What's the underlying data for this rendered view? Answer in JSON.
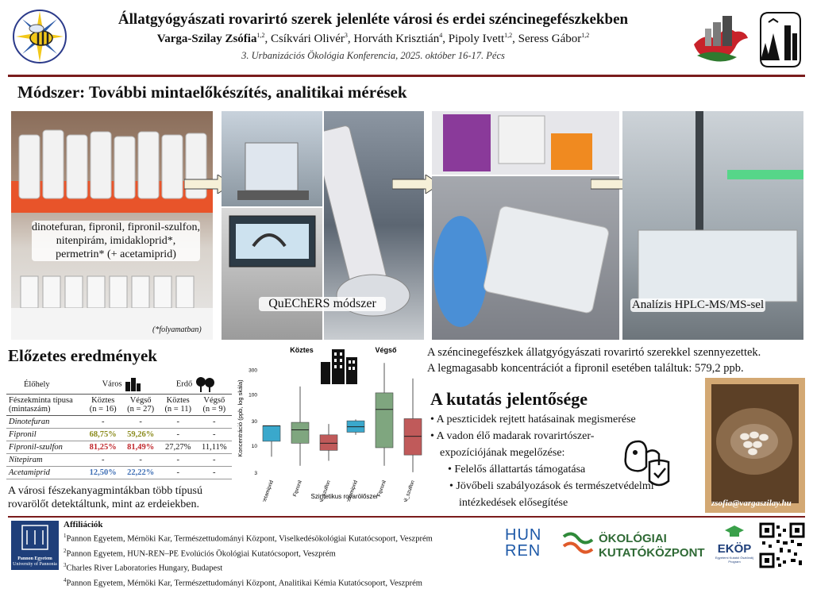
{
  "header": {
    "title": "Állatgyógyászati rovarirtó szerek jelenléte városi és erdei széncinegefészkekben",
    "authors": [
      {
        "name": "Varga-Szilay Zsófia",
        "sup": "1,2",
        "bold": true
      },
      {
        "name": "Csíkvári Olivér",
        "sup": "3"
      },
      {
        "name": "Horváth Krisztián",
        "sup": "4"
      },
      {
        "name": "Pipoly Ivett",
        "sup": "1,2"
      },
      {
        "name": "Seress Gábor",
        "sup": "1,2"
      }
    ],
    "conference": "3. Urbanizációs Ökológia Konferencia, 2025. október 16-17. Pécs"
  },
  "method": {
    "heading": "Módszer: További mintaelőkészítés, analitikai mérések",
    "compounds": "dinotefuran, fipronil, fipronil-szulfon, nitenpirám, imidakloprid*, permetrin* (+ acetamiprid)",
    "note": "(*folyamatban)",
    "quechers": "QuEChERS módszer",
    "hplc": "Analízis HPLC-MS/MS-sel"
  },
  "results": {
    "heading": "Előzetes eredmények",
    "habitat_label": "Élőhely",
    "city": "Város",
    "forest": "Erdő",
    "nest_type_label": "Fészekminta típusa (mintaszám)",
    "columns": [
      "Köztes (n = 16)",
      "Végső (n = 27)",
      "Köztes (n = 11)",
      "Végső (n = 9)"
    ],
    "rows": [
      {
        "name": "Dinotefuran",
        "cells": [
          "-",
          "-",
          "-",
          "-"
        ],
        "styles": [
          "",
          "",
          "",
          ""
        ]
      },
      {
        "name": "Fipronil",
        "cells": [
          "68,75%",
          "59,26%",
          "-",
          "-"
        ],
        "styles": [
          "green",
          "green",
          "",
          ""
        ]
      },
      {
        "name": "Fipronil-szulfon",
        "cells": [
          "81,25%",
          "81,49%",
          "27,27%",
          "11,11%"
        ],
        "styles": [
          "red",
          "red",
          "",
          ""
        ]
      },
      {
        "name": "Nitepiram",
        "cells": [
          "-",
          "-",
          "-",
          "-"
        ],
        "styles": [
          "",
          "",
          "",
          ""
        ]
      },
      {
        "name": "Acetamiprid",
        "cells": [
          "12,50%",
          "22,22%",
          "-",
          "-"
        ],
        "styles": [
          "blue",
          "blue",
          "",
          ""
        ]
      }
    ],
    "conclusion": "A városi fészekanyagmintákban több típusú rovarölőt detektáltunk, mint az erdeiekben."
  },
  "chart_data": {
    "type": "box",
    "panels": [
      "Köztes",
      "Végső"
    ],
    "categories": [
      "Acetamiprid",
      "Fipronil",
      "Fipronil_szulfon"
    ],
    "ylabel": "Koncentráció (ppb, log skála)",
    "xlabel": "Szintetikus rovarölőszer",
    "yscale": "log",
    "yticks": [
      3,
      10,
      30,
      100,
      300
    ],
    "ylim": [
      2.5,
      450
    ],
    "colors": {
      "Acetamiprid": "#3aa8cc",
      "Fipronil": "#7fa67f",
      "Fipronil_szulfon": "#c05a5a"
    },
    "boxes": [
      {
        "panel": "Köztes",
        "category": "Acetamiprid",
        "min": 6,
        "q1": 12,
        "median": 24,
        "q3": 24,
        "max": 24
      },
      {
        "panel": "Köztes",
        "category": "Fipronil",
        "min": 4,
        "q1": 11,
        "median": 20,
        "q3": 28,
        "max": 140
      },
      {
        "panel": "Köztes",
        "category": "Fipronil_szulfon",
        "min": 5,
        "q1": 8,
        "median": 11,
        "q3": 16,
        "max": 26
      },
      {
        "panel": "Végső",
        "category": "Acetamiprid",
        "min": 16,
        "q1": 18,
        "median": 23,
        "q3": 30,
        "max": 32
      },
      {
        "panel": "Végső",
        "category": "Fipronil",
        "min": 4,
        "q1": 9,
        "median": 50,
        "q3": 105,
        "max": 400
      },
      {
        "panel": "Végső",
        "category": "Fipronil_szulfon",
        "min": 3,
        "q1": 6.5,
        "median": 15,
        "q3": 33,
        "max": 200
      }
    ]
  },
  "findings": {
    "line1": "A széncinegefészkek állatgyógyászati rovarirtó szerekkel szennyezettek.",
    "line2": "A legmagasabb koncentrációt a fipronil esetében találtuk: 579,2 ppb."
  },
  "significance": {
    "heading": "A kutatás jelentősége",
    "items": [
      "A peszticidek rejtett hatásainak megismerése",
      "A vadon élő madarak rovarirtószer-expozíciójának megelőzése:"
    ],
    "subitems": [
      "Felelős állattartás támogatása",
      "Jövőbeli szabályozások és természetvédelmi intézkedések elősegítése"
    ],
    "email": "zsofia@vargaszilay.hu"
  },
  "footer": {
    "heading": "Affiliációk",
    "lines": [
      {
        "sup": "1",
        "text": "Pannon Egyetem, Mérnöki Kar, Természettudományi Központ, Viselkedésökológiai Kutatócsoport, Veszprém"
      },
      {
        "sup": "2",
        "text": "Pannon Egyetem, HUN-REN–PE Evolúciós Ökológiai Kutatócsoport, Veszprém"
      },
      {
        "sup": "3",
        "text": "Charles River Laboratories Hungary, Budapest"
      },
      {
        "sup": "4",
        "text": "Pannon Egyetem, Mérnöki Kar, Természettudományi Központ, Analitikai Kémia Kutatócsoport, Veszprém"
      }
    ],
    "pannon_name": "Pannon Egyetem",
    "pannon_sub": "University of Pannonia",
    "hunren_top": "HUN",
    "hunren_bottom": "REN",
    "eco_top": "ÖKOLÓGIAI",
    "eco_bottom": "KUTATÓKÖZPONT",
    "ekop": "EKÖP",
    "ekop_sub": "Egyetemi Kutatói Ösztöndíj Program"
  }
}
